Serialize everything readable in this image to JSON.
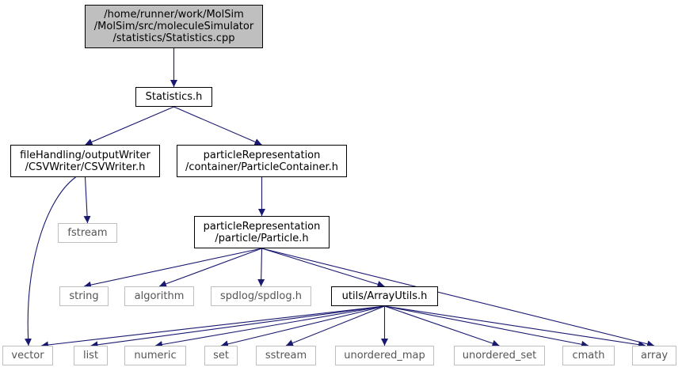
{
  "colors": {
    "edge": "#191970",
    "root_fill": "#bfbfbf",
    "internal_border": "#000000",
    "external_border": "#bfbfbf",
    "external_text": "#555555"
  },
  "nodes": {
    "root": [
      "/home/runner/work/MolSim",
      "/MolSim/src/moleculeSimulator",
      "/statistics/Statistics.cpp"
    ],
    "statistics_h": [
      "Statistics.h"
    ],
    "csvwriter_h": [
      "fileHandling/outputWriter",
      "/CSVWriter/CSVWriter.h"
    ],
    "particlecontainer_h": [
      "particleRepresentation",
      "/container/ParticleContainer.h"
    ],
    "fstream": [
      "fstream"
    ],
    "particle_h": [
      "particleRepresentation",
      "/particle/Particle.h"
    ],
    "string": [
      "string"
    ],
    "algorithm": [
      "algorithm"
    ],
    "spdlog": [
      "spdlog/spdlog.h"
    ],
    "arrayutils_h": [
      "utils/ArrayUtils.h"
    ],
    "vector": [
      "vector"
    ],
    "list": [
      "list"
    ],
    "numeric": [
      "numeric"
    ],
    "set": [
      "set"
    ],
    "sstream": [
      "sstream"
    ],
    "unordered_map": [
      "unordered_map"
    ],
    "unordered_set": [
      "unordered_set"
    ],
    "cmath": [
      "cmath"
    ],
    "array": [
      "array"
    ]
  },
  "edges": [
    [
      "root",
      "statistics_h"
    ],
    [
      "statistics_h",
      "csvwriter_h"
    ],
    [
      "statistics_h",
      "particlecontainer_h"
    ],
    [
      "csvwriter_h",
      "fstream"
    ],
    [
      "csvwriter_h",
      "vector"
    ],
    [
      "particlecontainer_h",
      "particle_h"
    ],
    [
      "particle_h",
      "string"
    ],
    [
      "particle_h",
      "algorithm"
    ],
    [
      "particle_h",
      "spdlog"
    ],
    [
      "particle_h",
      "arrayutils_h"
    ],
    [
      "particle_h",
      "array"
    ],
    [
      "arrayutils_h",
      "vector"
    ],
    [
      "arrayutils_h",
      "list"
    ],
    [
      "arrayutils_h",
      "numeric"
    ],
    [
      "arrayutils_h",
      "set"
    ],
    [
      "arrayutils_h",
      "sstream"
    ],
    [
      "arrayutils_h",
      "unordered_map"
    ],
    [
      "arrayutils_h",
      "unordered_set"
    ],
    [
      "arrayutils_h",
      "cmath"
    ],
    [
      "arrayutils_h",
      "array"
    ]
  ]
}
